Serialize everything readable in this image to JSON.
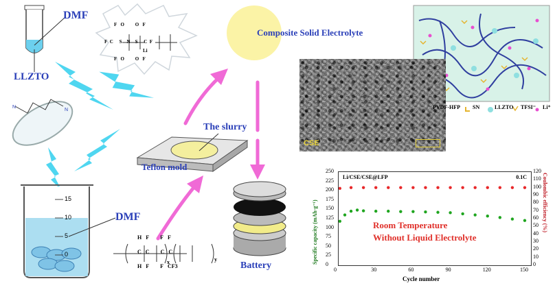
{
  "labels": {
    "dmf_top": "DMF",
    "llzto": "LLZTO",
    "dmf_beaker": "DMF",
    "slurry": "The slurry",
    "teflon": "Teflon mold",
    "cse_title": "Composite Solid Electrolyte",
    "battery": "Battery",
    "sem_tag": "CSE"
  },
  "structure_legend": [
    "PVDF-HFP",
    "SN",
    "LLZTO",
    "TFSI⁻",
    "Li⁺"
  ],
  "beaker_ticks": [
    "15",
    "10",
    "5",
    "0"
  ],
  "molecule_text": {
    "f": "F",
    "s": "S",
    "o": "O",
    "n": "N",
    "li": "Li",
    "h": "H",
    "c": "C",
    "cf3": "CF3",
    "x": "x",
    "y": "y"
  },
  "colors": {
    "blue_text": "#2a3fb8",
    "lightning": "#4fd6f0",
    "arrow_pink": "#f06ad6",
    "sun": "#fbf3a6",
    "red_text": "#e0302a",
    "capacity": "#1fa51f",
    "efficiency": "#e8282a"
  },
  "chart_data": {
    "type": "scatter",
    "header": "Li/CSE/CSE@LFP",
    "rate": "0.1C",
    "xlabel": "Cycle number",
    "ylabel_left": "Specific capacity (mAh·g⁻¹)",
    "ylabel_right": "Coulombic efficiency (%)",
    "annotation_1": "Room Temperature",
    "annotation_2": "Without Liquid Electrolyte",
    "xlim": [
      0,
      155
    ],
    "ylim_left": [
      0,
      250
    ],
    "ylim_right": [
      0,
      120
    ],
    "x_ticks": [
      "0",
      "30",
      "60",
      "90",
      "120",
      "150"
    ],
    "y_ticks_left": [
      "0",
      "25",
      "50",
      "75",
      "100",
      "125",
      "150",
      "175",
      "200",
      "225",
      "250"
    ],
    "y_ticks_right": [
      "0",
      "10",
      "20",
      "30",
      "40",
      "50",
      "60",
      "70",
      "80",
      "90",
      "100",
      "110",
      "120"
    ],
    "series": [
      {
        "axis": "left",
        "x": [
          1,
          5,
          10,
          15,
          20,
          30,
          40,
          50,
          60,
          70,
          80,
          90,
          100,
          110,
          120,
          130,
          140,
          150
        ],
        "values": [
          118,
          135,
          145,
          148,
          146,
          145,
          145,
          144,
          144,
          143,
          142,
          141,
          138,
          135,
          132,
          128,
          124,
          120
        ]
      },
      {
        "axis": "right",
        "x": [
          1,
          10,
          20,
          30,
          40,
          50,
          60,
          70,
          80,
          90,
          100,
          110,
          120,
          130,
          140,
          150
        ],
        "values": [
          99,
          100,
          100,
          100,
          100,
          100,
          100,
          100,
          100,
          100,
          100,
          100,
          100,
          100,
          100,
          100
        ]
      }
    ]
  }
}
